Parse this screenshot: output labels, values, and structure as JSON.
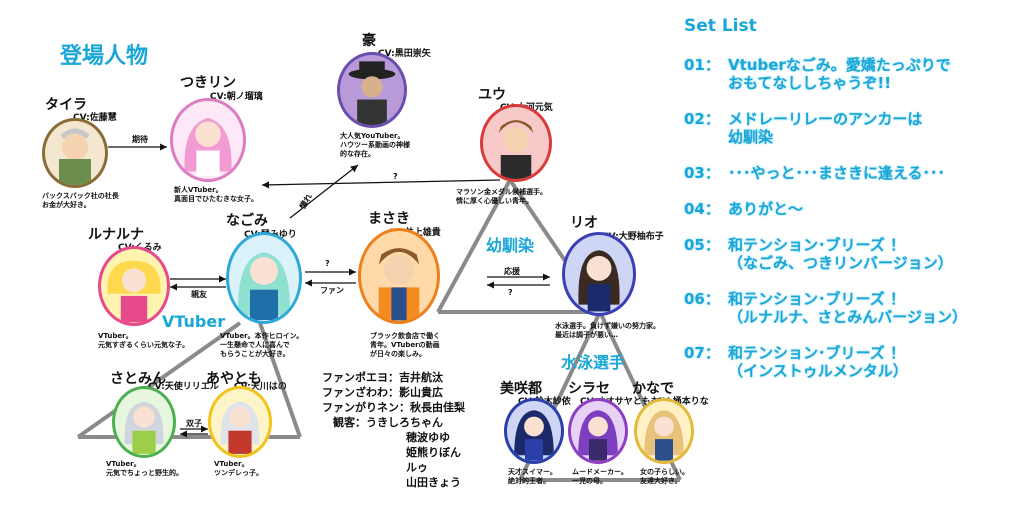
{
  "page_title": "登場人物",
  "characters": [
    {
      "id": "taira",
      "name": "タイラ",
      "cv": "CV:佐藤慧",
      "desc": [
        "バックスバック社の社長",
        "お金が大好き。"
      ]
    },
    {
      "id": "tsukirin",
      "name": "つきリン",
      "cv": "CV:朝ノ瑠璃",
      "desc": [
        "新人VTuber。",
        "真面目でひたむきな女子。"
      ]
    },
    {
      "id": "go",
      "name": "豪",
      "cv": "CV:黒田崇矢",
      "desc": [
        "大人気YouTuber。",
        "ハウツー系動画の神様",
        "的な存在。"
      ]
    },
    {
      "id": "yuu",
      "name": "ユウ",
      "cv": "CV:大河元気",
      "desc": [
        "マラソン金メダル候補選手。",
        "情に厚く心優しい青年。"
      ]
    },
    {
      "id": "runaruna",
      "name": "ルナルナ",
      "cv": "CV:くるみ",
      "desc": [
        "VTuber。",
        "元気すぎるくらい元気な子。"
      ]
    },
    {
      "id": "nagomi",
      "name": "なごみ",
      "cv": "CV:琴みゆり",
      "desc": [
        "VTuber。本作ヒロイン。",
        "一生懸命で人に喜んで",
        "もらうことが大好き。"
      ]
    },
    {
      "id": "masaki",
      "name": "まさき",
      "cv": "CV:井上雄貴",
      "desc": [
        "ブラック飲食店で働く",
        "青年。VTuberの動画",
        "が日々の楽しみ。"
      ]
    },
    {
      "id": "rio",
      "name": "リオ",
      "cv": "CV:大野柚布子",
      "desc": [
        "水泳選手。負けず嫌いの努力家。",
        "最近は調子が悪い…"
      ]
    },
    {
      "id": "satomin",
      "name": "さとみん",
      "cv": "CV:天使リリエル",
      "desc": [
        "VTuber。",
        "元気でちょっと野生的。"
      ]
    },
    {
      "id": "ayatomo",
      "name": "あやとも",
      "cv": "CV:天川はの",
      "desc": [
        "VTuber。",
        "ツンデレっ子。"
      ]
    },
    {
      "id": "misato",
      "name": "美咲都",
      "cv": "CV:鈴木紗依",
      "desc": [
        "天才スイマー。",
        "絶対的王者。"
      ]
    },
    {
      "id": "shirase",
      "name": "シラセ",
      "cv": "CV:オオサヤともも",
      "desc": [
        "ムードメーカー。",
        "一児の母。"
      ]
    },
    {
      "id": "kanade",
      "name": "かなで",
      "cv": "CV:桶本りな",
      "desc": [
        "女の子らしい。",
        "友達大好き。"
      ]
    }
  ],
  "relations": {
    "kitai": "期待",
    "tsure": "憧れ",
    "q1": "?",
    "q2": "?",
    "q3": "?",
    "fan": "ファン",
    "shinyu": "親友",
    "ouen": "応援",
    "q4": "?",
    "futago": "双子"
  },
  "groups": {
    "vtuber": "VTuber",
    "osananajimi": "幼馴染",
    "suiei": "水泳選手"
  },
  "fans": [
    {
      "role": "ファンポエヨ",
      "sep": "：",
      "name": "吉井航汰"
    },
    {
      "role": "ファンざわわ",
      "sep": "：",
      "name": "影山貴広"
    },
    {
      "role": "ファンがりネン",
      "sep": "：",
      "name": "秋長由佳梨"
    },
    {
      "role": "観客",
      "sep": "：",
      "name": "うきしろちゃん"
    },
    {
      "role": "",
      "sep": "",
      "name": "穂波ゆゆ"
    },
    {
      "role": "",
      "sep": "",
      "name": "姫熊りぼん"
    },
    {
      "role": "",
      "sep": "",
      "name": "ルゥ"
    },
    {
      "role": "",
      "sep": "",
      "name": "山田きょう"
    }
  ],
  "setlist": {
    "title": "Set List",
    "items": [
      {
        "num": "01：",
        "lines": [
          "Vtuberなごみ。愛嬌たっぷりで",
          "おもてなししちゃうぞ!!"
        ]
      },
      {
        "num": "02：",
        "lines": [
          "メドレーリレーのアンカーは",
          "幼馴染"
        ]
      },
      {
        "num": "03：",
        "lines": [
          "･･･やっと･･･まさきに逢える･･･"
        ]
      },
      {
        "num": "04：",
        "lines": [
          "ありがと～"
        ]
      },
      {
        "num": "05：",
        "lines": [
          "和テンション･ブリーズ ！",
          "（なごみ、つきリンバージョン）"
        ]
      },
      {
        "num": "06：",
        "lines": [
          "和テンション･ブリーズ ！",
          "（ルナルナ、さとみんバージョン）"
        ]
      },
      {
        "num": "07：",
        "lines": [
          "和テンション･ブリーズ ！",
          "（インストゥルメンタル）"
        ]
      }
    ]
  },
  "colors": {
    "accent": "#1aa7d8",
    "line": "#8a8a8a"
  }
}
